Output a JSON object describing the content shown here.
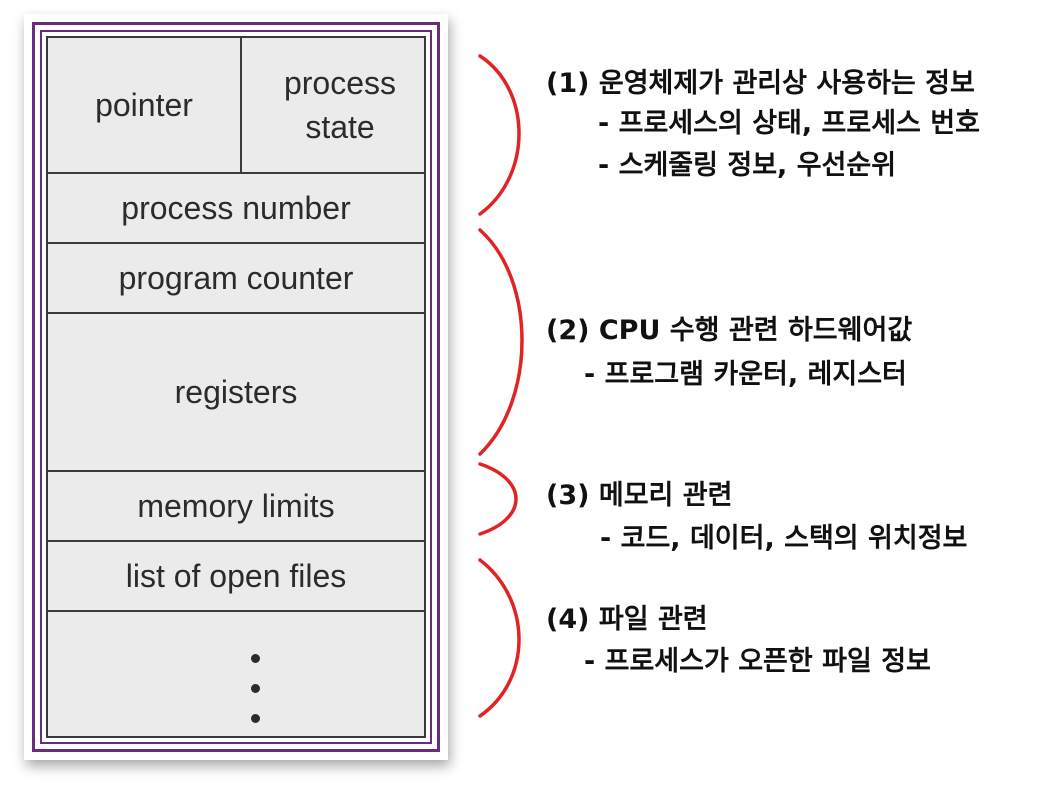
{
  "pcb": {
    "pointer": "pointer",
    "process_state": [
      "process",
      "state"
    ],
    "process_number": "process number",
    "program_counter": "program counter",
    "registers": "registers",
    "memory_limits": "memory limits",
    "open_files": "list of open files"
  },
  "annotations": {
    "os_info": {
      "title": "(1) 운영체제가 관리상 사용하는 정보",
      "lines": [
        "- 프로세스의 상태, 프로세스 번호",
        "- 스케줄링 정보, 우선순위"
      ]
    },
    "cpu_info": {
      "title": "(2) CPU 수행 관련 하드웨어값",
      "lines": [
        "- 프로그램 카운터, 레지스터"
      ]
    },
    "memory_info": {
      "title": "(3) 메모리 관련",
      "lines": [
        "- 코드, 데이터, 스택의 위치정보"
      ]
    },
    "file_info": {
      "title": "(4) 파일 관련",
      "lines": [
        "- 프로세스가 오픈한 파일 정보"
      ]
    }
  },
  "colors": {
    "frame": "#6b2a7a",
    "cell_background": "#ebebeb",
    "brace": "#e02424"
  }
}
